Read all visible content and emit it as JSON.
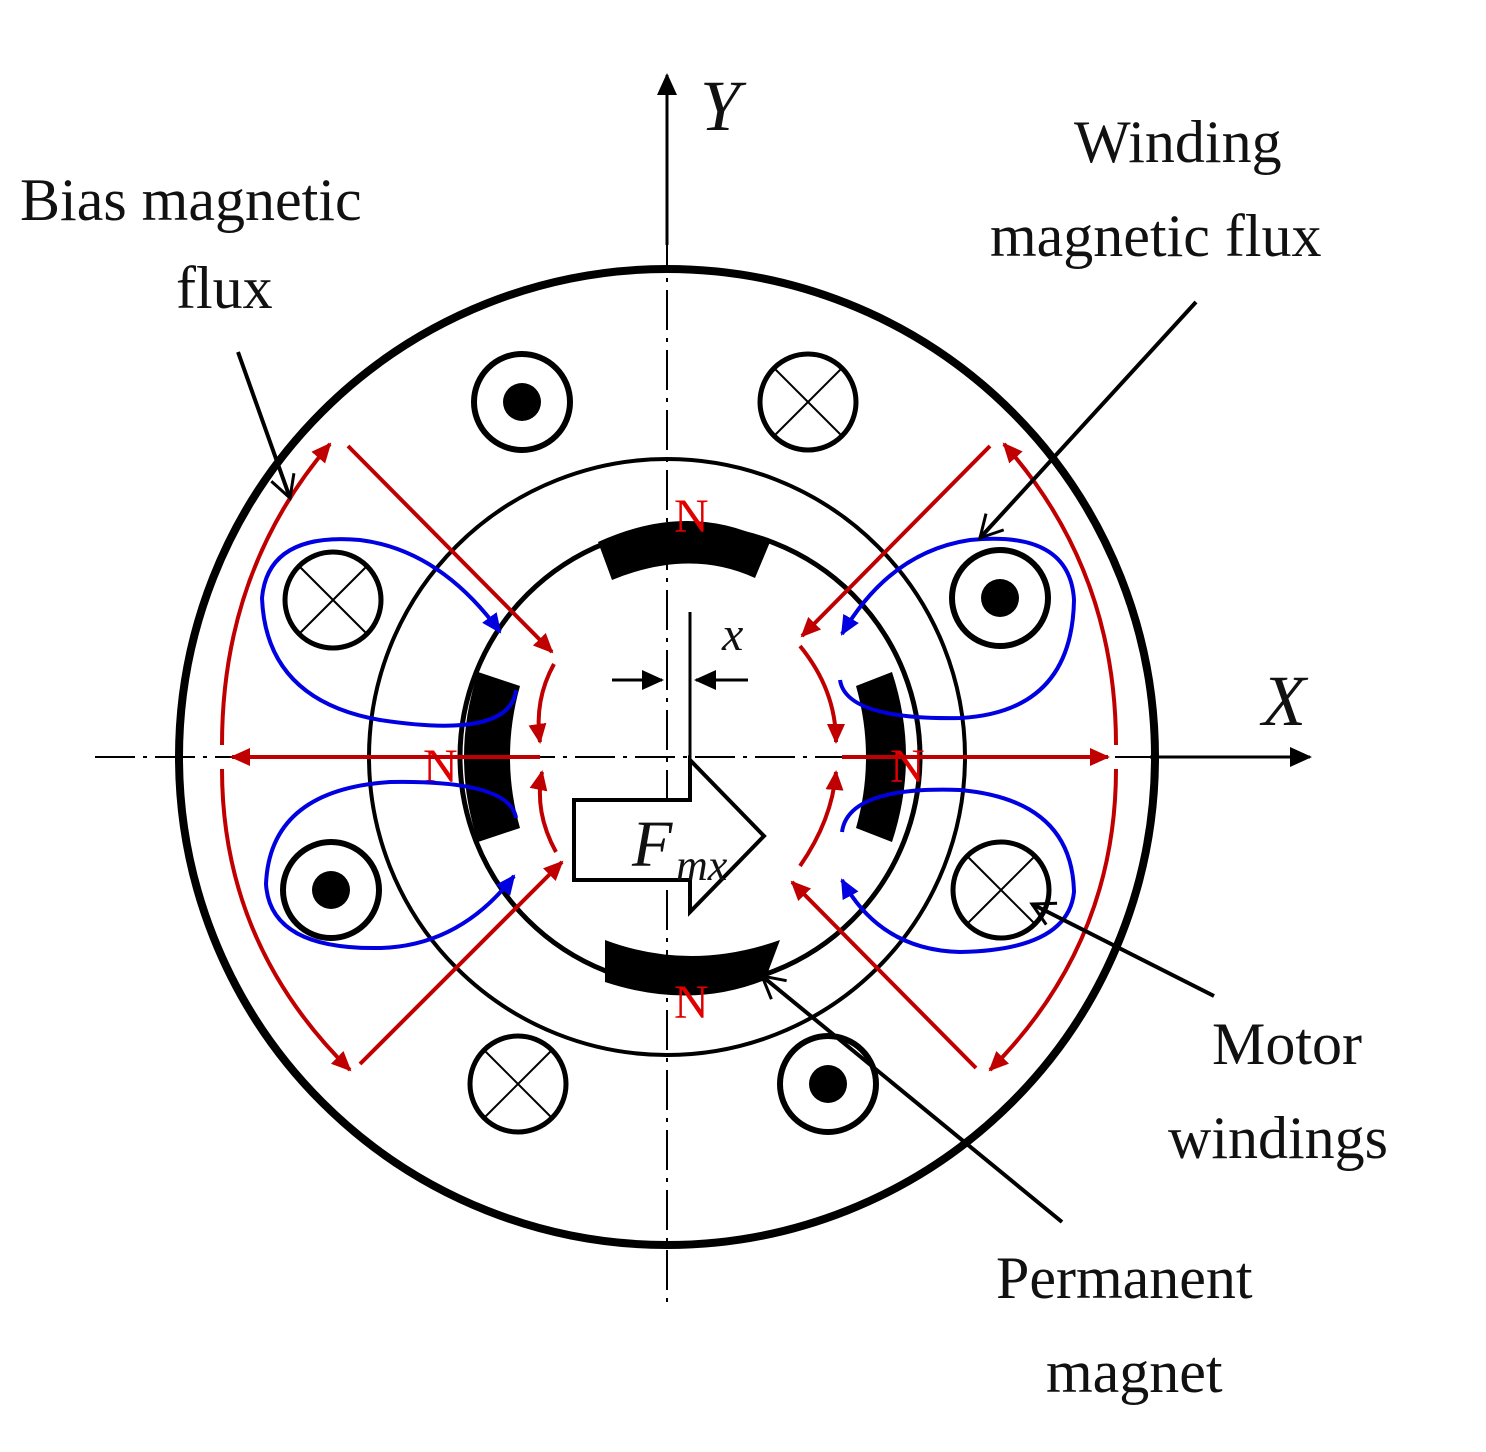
{
  "labels": {
    "bias_flux": [
      "Bias magnetic",
      "flux"
    ],
    "winding_flux": [
      "Winding",
      "magnetic  flux"
    ],
    "motor_windings": [
      "Motor",
      "windings"
    ],
    "permanent_magnet": [
      "Permanent",
      "magnet"
    ],
    "axis_x": "X",
    "axis_y": "Y",
    "displacement": "x",
    "force_main": "F",
    "force_sub": "mx",
    "pole_top": "N",
    "pole_bottom": "N",
    "pole_left": "N",
    "pole_right": "N"
  },
  "windings": [
    {
      "id": "top-left",
      "current": "out"
    },
    {
      "id": "top-right",
      "current": "in"
    },
    {
      "id": "left-upper",
      "current": "in"
    },
    {
      "id": "right-upper",
      "current": "out"
    },
    {
      "id": "left-lower",
      "current": "out"
    },
    {
      "id": "right-lower",
      "current": "in"
    },
    {
      "id": "bottom-left",
      "current": "in"
    },
    {
      "id": "bottom-right",
      "current": "out"
    }
  ],
  "colors": {
    "bias_flux": "#c00000",
    "winding_flux": "#0000e0",
    "pole_label": "#e00000",
    "structure": "#000000"
  }
}
